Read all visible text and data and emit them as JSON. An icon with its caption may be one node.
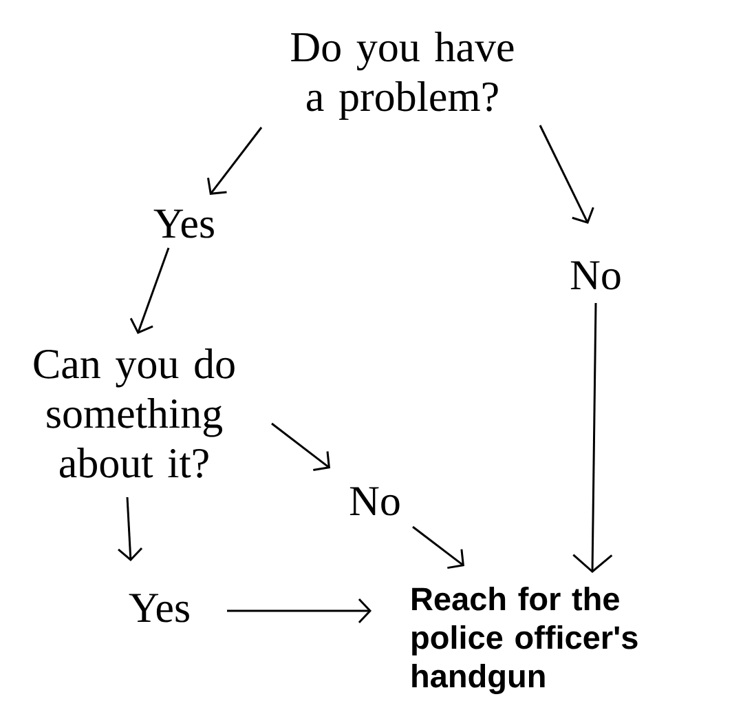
{
  "diagram": {
    "nodes": [
      {
        "text": [
          "Do you have a problem?"
        ]
      },
      {
        "text": [
          "Yes"
        ]
      },
      {
        "text": [
          "No"
        ]
      },
      {
        "text": [
          "Can you do something about it?"
        ]
      },
      {
        "text": [
          "No"
        ]
      },
      {
        "text": [
          "Yes"
        ]
      },
      {
        "text": [
          "Reach for the police officer's handgun"
        ]
      }
    ],
    "edges": [
      {
        "from": 0,
        "to": 1,
        "arrow": "to"
      },
      {
        "from": 1,
        "to": 3,
        "arrow": "to"
      },
      {
        "from": 0,
        "to": 2,
        "arrow": "to"
      },
      {
        "from": 2,
        "to": 6,
        "arrow": "to"
      },
      {
        "from": 3,
        "to": 4,
        "arrow": "to"
      },
      {
        "from": 4,
        "to": 6,
        "arrow": "to"
      },
      {
        "from": 3,
        "to": 5,
        "arrow": "to"
      },
      {
        "from": 5,
        "to": 6,
        "arrow": "to"
      }
    ]
  }
}
